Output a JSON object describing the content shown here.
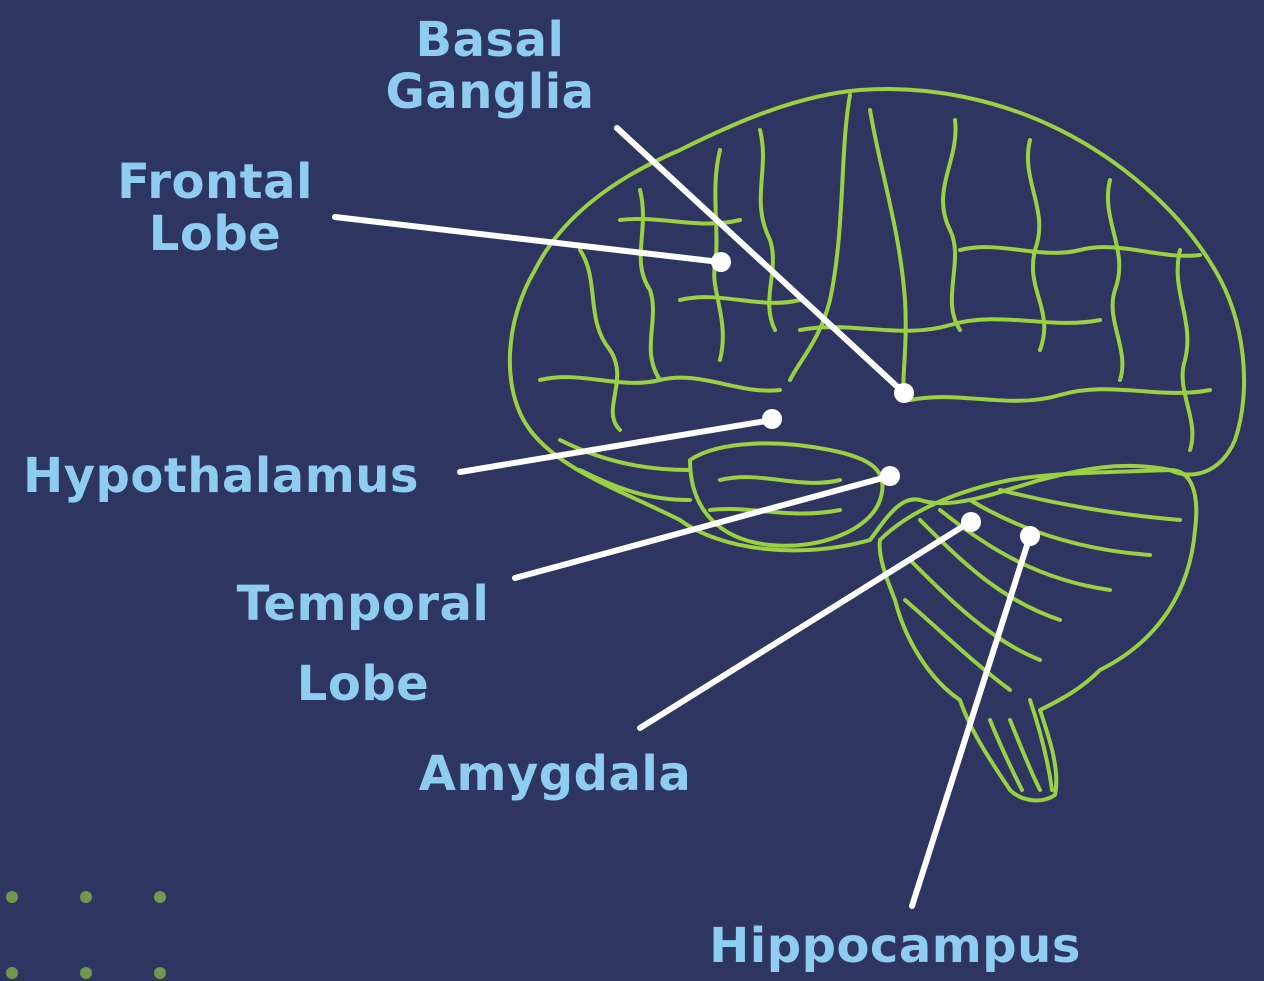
{
  "colors": {
    "background": "#2e3560",
    "brain_outline": "#9bd043",
    "label_text": "#8ecdf0",
    "leader_line": "#ffffff",
    "decor_dots": "#6f9a4c"
  },
  "labels": {
    "basal_ganglia": {
      "line1": "Basal",
      "line2": "Ganglia"
    },
    "frontal_lobe": {
      "line1": "Frontal",
      "line2": "Lobe"
    },
    "hypothalamus": {
      "line1": "Hypothalamus"
    },
    "temporal_lobe": {
      "line1": "Temporal",
      "line2": "Lobe"
    },
    "amygdala": {
      "line1": "Amygdala"
    },
    "hippocampus": {
      "line1": "Hippocampus"
    }
  }
}
